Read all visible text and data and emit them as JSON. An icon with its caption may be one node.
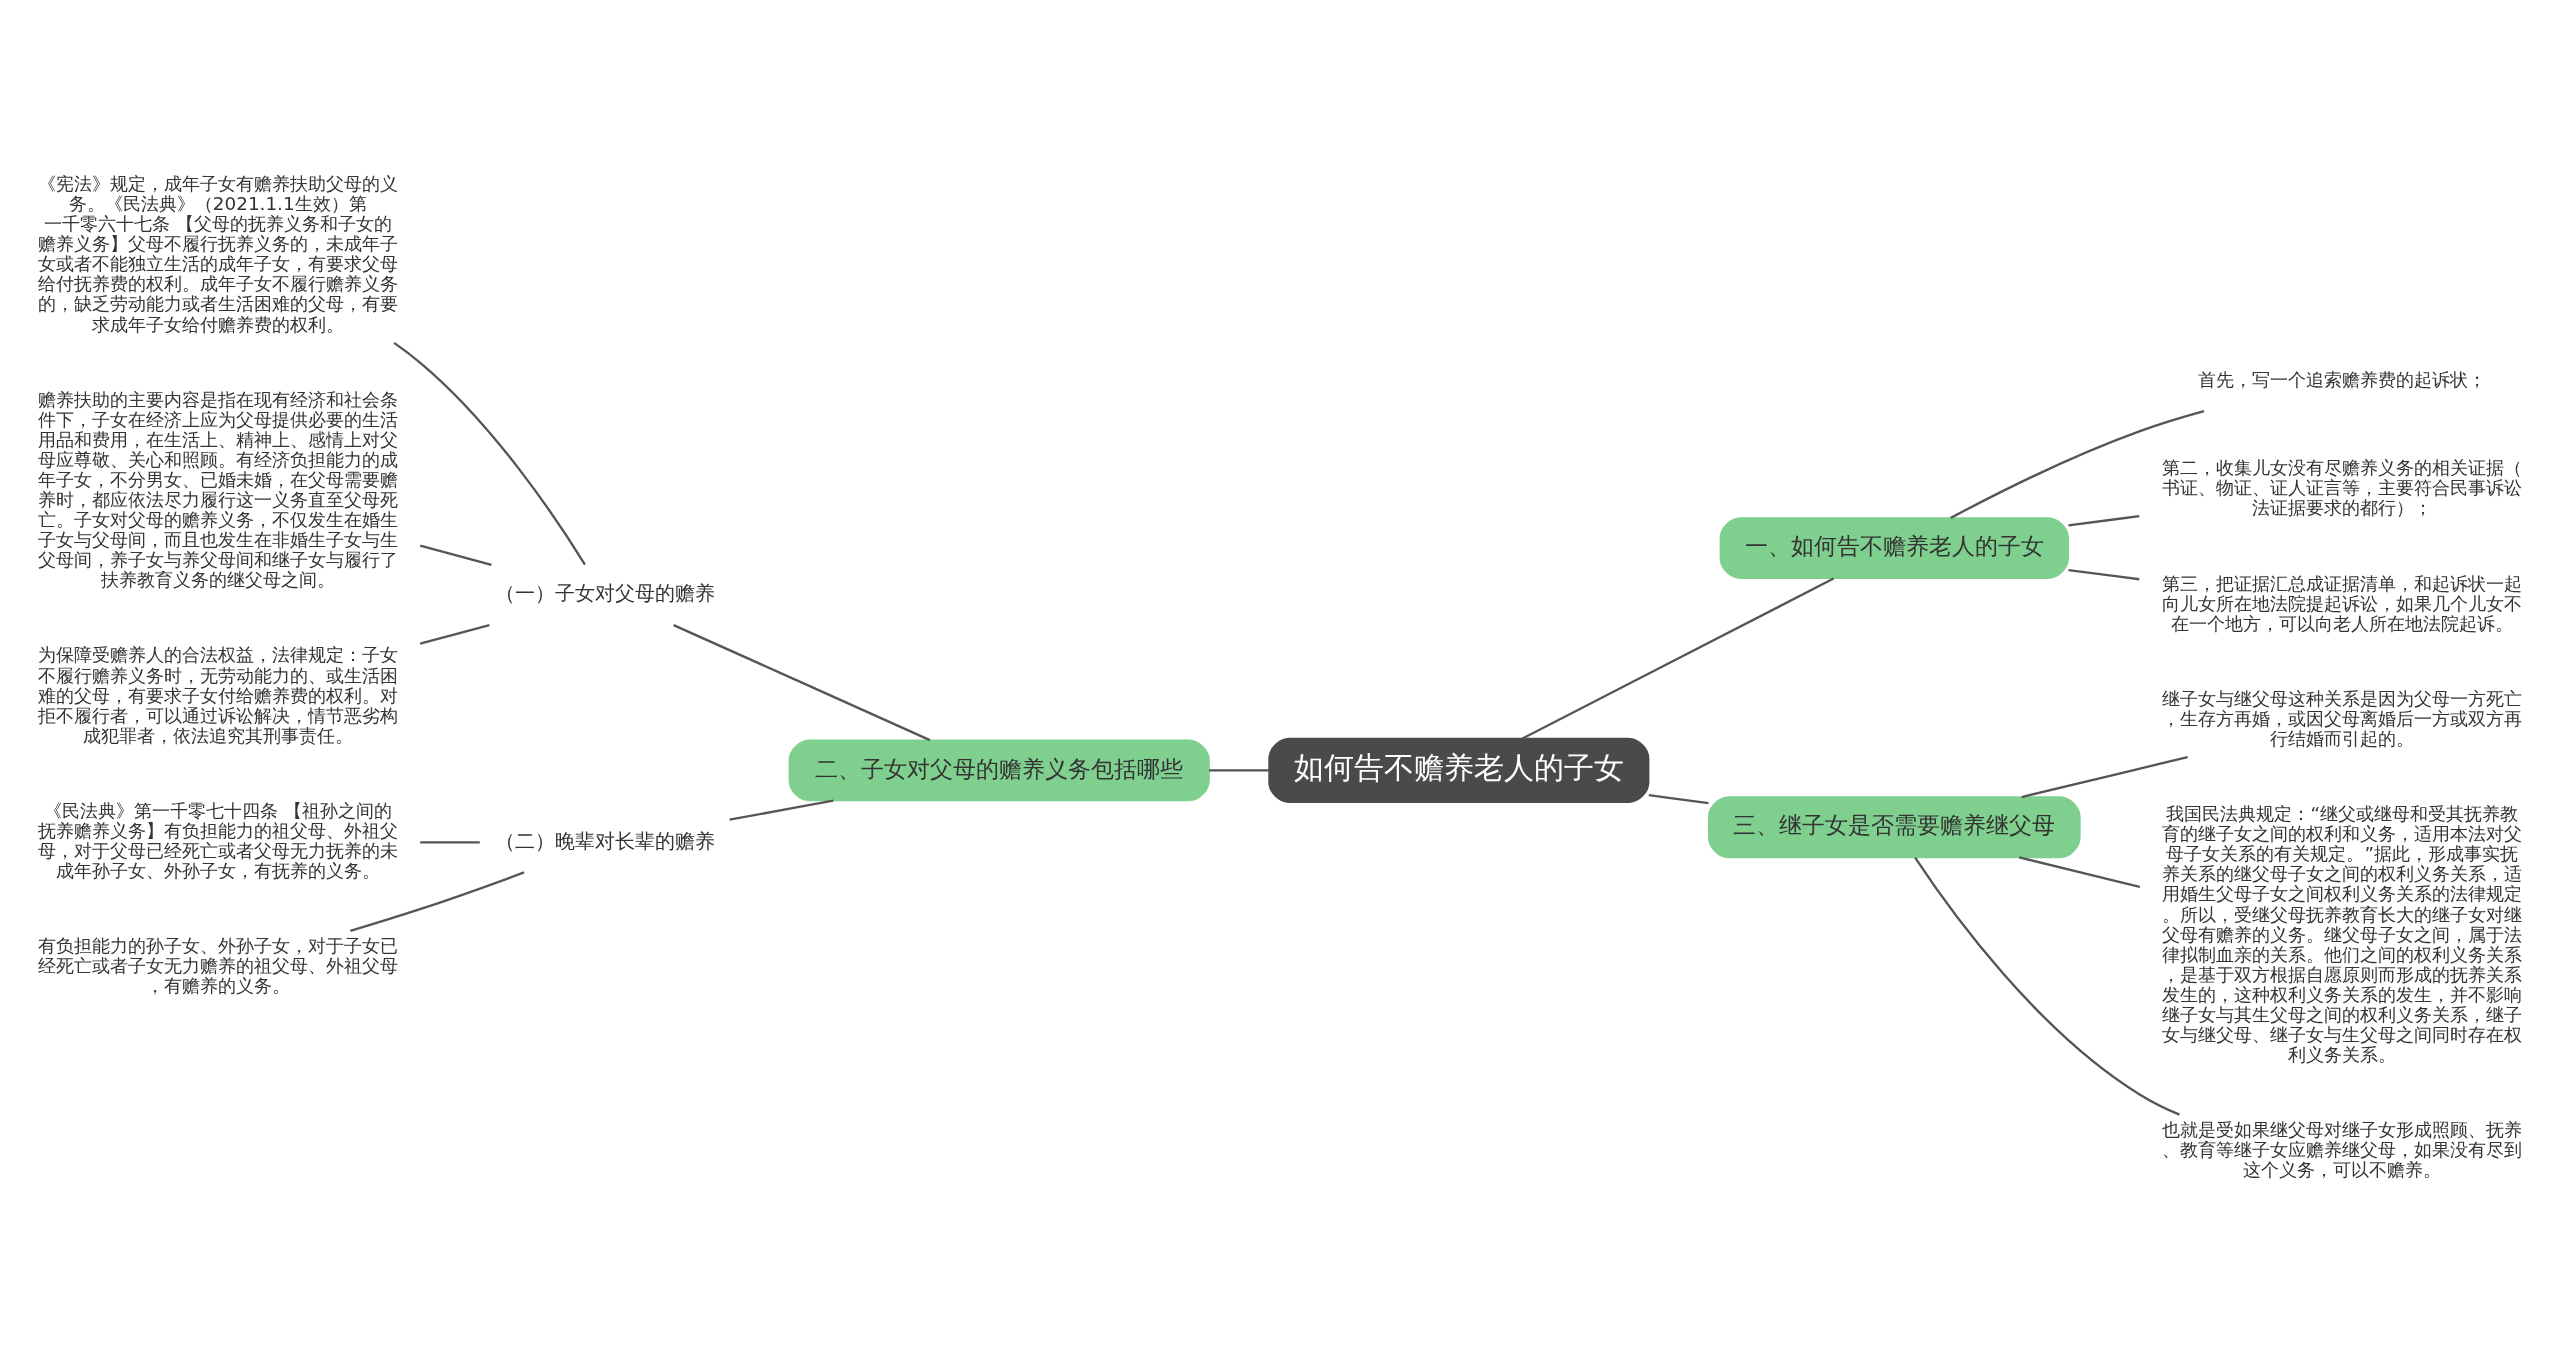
{
  "diagram": {
    "nodes": [
      {
        "text": [
          "如何告不赡养老人的子女"
        ]
      },
      {
        "text": [
          "一、如何告不赡养老人的子女"
        ]
      },
      {
        "text": [
          "首先，写一个追索赡养费的起诉状；"
        ]
      },
      {
        "text": [
          "第二，收集儿女没有尽赡养义务的相关证据（书证、物证、证人证言等，主要符合民事诉讼法证据要求的都行）；"
        ]
      },
      {
        "text": [
          "第三，把证据汇总成证据清单，和起诉状一起向儿女所在地法院提起诉讼，如果几个儿女不在一个地方，可以向老人所在地法院起诉。"
        ]
      },
      {
        "text": [
          "二、子女对父母的赡养义务包括哪些"
        ]
      },
      {
        "text": [
          "（一）子女对父母的赡养"
        ]
      },
      {
        "text": [
          "《宪法》规定，成年子女有赡养扶助父母的义务。《民法典》（2021.1.1生效）第一千零六十七条 【父母的抚养义务和子女的赡养义务】父母不履行抚养义务的，未成年子女或者不能独立生活的成年子女，有要求父母给付抚养费的权利。成年子女不履行赡养义务的，缺乏劳动能力或者生活困难的父母，有要求成年子女给付赡养费的权利。"
        ]
      },
      {
        "text": [
          "赡养扶助的主要内容是指在现有经济和社会条件下，子女在经济上应为父母提供必要的生活用品和费用，在生活上、精神上、感情上对父母应尊敬、关心和照顾。有经济负担能力的成年子女，不分男女、已婚未婚，在父母需要赡养时，都应依法尽力履行这一义务直至父母死亡。子女对父母的赡养义务，不仅发生在婚生子女与父母间，而且也发生在非婚生子女与生父母间，养子女与养父母间和继子女与履行了扶养教育义务的继父母之间。"
        ]
      },
      {
        "text": [
          "为保障受赡养人的合法权益，法律规定：子女不履行赡养义务时，无劳动能力的、或生活困难的父母，有要求子女付给赡养费的权利。对拒不履行者，可以通过诉讼解决，情节恶劣构成犯罪者，依法追究其刑事责任。"
        ]
      },
      {
        "text": [
          "（二）晚辈对长辈的赡养"
        ]
      },
      {
        "text": [
          "《民法典》第一千零七十四条 【祖孙之间的抚养赡养义务】有负担能力的祖父母、外祖父母，对于父母已经死亡或者父母无力抚养的未成年孙子女、外孙子女，有抚养的义务。"
        ]
      },
      {
        "text": [
          "有负担能力的孙子女、外孙子女，对于子女已经死亡或者子女无力赡养的祖父母、外祖父母，有赡养的义务。"
        ]
      },
      {
        "text": [
          "三、继子女是否需要赡养继父母"
        ]
      },
      {
        "text": [
          "继子女与继父母这种关系是因为父母一方死亡，生存方再婚，或因父母离婚后一方或双方再行结婚而引起的。"
        ]
      },
      {
        "text": [
          "我国民法典规定：“继父或继母和受其抚养教育的继子女之间的权利和义务，适用本法对父母子女关系的有关规定。”据此，形成事实抚养关系的继父母子女之间的权利义务关系，适用婚生父母子女之间权利义务关系的法律规定。所以，受继父母抚养教育长大的继子女对继父母有赡养的义务。继父母子女之间，属于法律拟制血亲的关系。他们之间的权利义务关系，是基于双方根据自愿原则而形成的抚养关系发生的，这种权利义务关系的发生，并不影响继子女与其生父母之间的权利义务关系，继子女与继父母、继子女与生父母之间同时存在权利义务关系。"
        ]
      },
      {
        "text": [
          "也就是受如果继父母对继子女形成照顾、抚养、教育等继子女应赡养继父母，如果没有尽到这个义务，可以不赡养。"
        ]
      }
    ],
    "edges": [
      {
        "from": 0,
        "to": 1,
        "arrow": "none"
      },
      {
        "from": 1,
        "to": 2,
        "arrow": "none"
      },
      {
        "from": 1,
        "to": 3,
        "arrow": "none"
      },
      {
        "from": 1,
        "to": 4,
        "arrow": "none"
      },
      {
        "from": 0,
        "to": 5,
        "arrow": "none"
      },
      {
        "from": 5,
        "to": 6,
        "arrow": "none"
      },
      {
        "from": 6,
        "to": 7,
        "arrow": "none"
      },
      {
        "from": 6,
        "to": 8,
        "arrow": "none"
      },
      {
        "from": 6,
        "to": 9,
        "arrow": "none"
      },
      {
        "from": 5,
        "to": 10,
        "arrow": "none"
      },
      {
        "from": 10,
        "to": 11,
        "arrow": "none"
      },
      {
        "from": 10,
        "to": 12,
        "arrow": "none"
      },
      {
        "from": 0,
        "to": 13,
        "arrow": "none"
      },
      {
        "from": 13,
        "to": 14,
        "arrow": "none"
      },
      {
        "from": 13,
        "to": 15,
        "arrow": "none"
      },
      {
        "from": 13,
        "to": 16,
        "arrow": "none"
      }
    ]
  }
}
